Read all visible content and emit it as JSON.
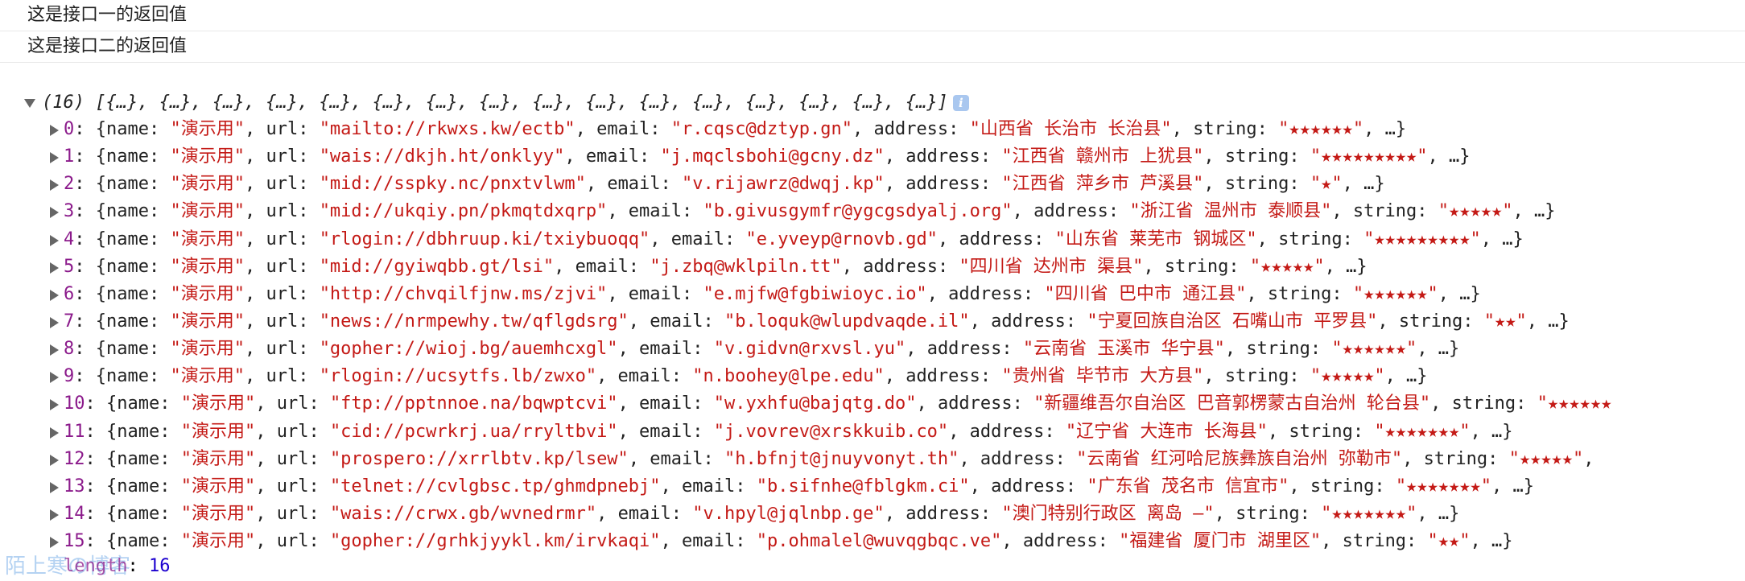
{
  "log_lines": [
    "这是接口一的返回值",
    "这是接口二的返回值"
  ],
  "array_summary": "(16) [{…}, {…}, {…}, {…}, {…}, {…}, {…}, {…}, {…}, {…}, {…}, {…}, {…}, {…}, {…}, {…}]",
  "info_icon_label": "i",
  "rows": [
    {
      "index": "0",
      "name": "\"演示用\"",
      "url": "\"mailto://rkwxs.kw/ectb\"",
      "email": "\"r.cqsc@dztyp.gn\"",
      "address": "\"山西省 长治市 长治县\"",
      "string": "\"★★★★★★\"",
      "tail": ", …}"
    },
    {
      "index": "1",
      "name": "\"演示用\"",
      "url": "\"wais://dkjh.ht/onklyy\"",
      "email": "\"j.mqclsbohi@gcny.dz\"",
      "address": "\"江西省 赣州市 上犹县\"",
      "string": "\"★★★★★★★★★\"",
      "tail": ", …}"
    },
    {
      "index": "2",
      "name": "\"演示用\"",
      "url": "\"mid://sspky.nc/pnxtvlwm\"",
      "email": "\"v.rijawrz@dwqj.kp\"",
      "address": "\"江西省 萍乡市 芦溪县\"",
      "string": "\"★\"",
      "tail": ", …}"
    },
    {
      "index": "3",
      "name": "\"演示用\"",
      "url": "\"mid://ukqiy.pn/pkmqtdxqrp\"",
      "email": "\"b.givusgymfr@ygcgsdyalj.org\"",
      "address": "\"浙江省 温州市 泰顺县\"",
      "string": "\"★★★★★\"",
      "tail": ", …}"
    },
    {
      "index": "4",
      "name": "\"演示用\"",
      "url": "\"rlogin://dbhruup.ki/txiybuoqq\"",
      "email": "\"e.yveyp@rnovb.gd\"",
      "address": "\"山东省 莱芜市 钢城区\"",
      "string": "\"★★★★★★★★★\"",
      "tail": ", …}"
    },
    {
      "index": "5",
      "name": "\"演示用\"",
      "url": "\"mid://gyiwqbb.gt/lsi\"",
      "email": "\"j.zbq@wklpiln.tt\"",
      "address": "\"四川省 达州市 渠县\"",
      "string": "\"★★★★★\"",
      "tail": ", …}"
    },
    {
      "index": "6",
      "name": "\"演示用\"",
      "url": "\"http://chvqilfjnw.ms/zjvi\"",
      "email": "\"e.mjfw@fgbiwioyc.io\"",
      "address": "\"四川省 巴中市 通江县\"",
      "string": "\"★★★★★★\"",
      "tail": ", …}"
    },
    {
      "index": "7",
      "name": "\"演示用\"",
      "url": "\"news://nrmpewhy.tw/qflgdsrg\"",
      "email": "\"b.loquk@wlupdvaqde.il\"",
      "address": "\"宁夏回族自治区 石嘴山市 平罗县\"",
      "string": "\"★★\"",
      "tail": ", …}"
    },
    {
      "index": "8",
      "name": "\"演示用\"",
      "url": "\"gopher://wioj.bg/auemhcxgl\"",
      "email": "\"v.gidvn@rxvsl.yu\"",
      "address": "\"云南省 玉溪市 华宁县\"",
      "string": "\"★★★★★★\"",
      "tail": ", …}"
    },
    {
      "index": "9",
      "name": "\"演示用\"",
      "url": "\"rlogin://ucsytfs.lb/zwxo\"",
      "email": "\"n.boohey@lpe.edu\"",
      "address": "\"贵州省 毕节市 大方县\"",
      "string": "\"★★★★★\"",
      "tail": ", …}"
    },
    {
      "index": "10",
      "name": "\"演示用\"",
      "url": "\"ftp://pptnnoe.na/bqwptcvi\"",
      "email": "\"w.yxhfu@bajqtg.do\"",
      "address": "\"新疆维吾尔自治区 巴音郭楞蒙古自治州 轮台县\"",
      "string": "\"★★★★★★",
      "tail": ""
    },
    {
      "index": "11",
      "name": "\"演示用\"",
      "url": "\"cid://pcwrkrj.ua/rryltbvi\"",
      "email": "\"j.vovrev@xrskkuib.co\"",
      "address": "\"辽宁省 大连市 长海县\"",
      "string": "\"★★★★★★★\"",
      "tail": ", …}"
    },
    {
      "index": "12",
      "name": "\"演示用\"",
      "url": "\"prospero://xrrlbtv.kp/lsew\"",
      "email": "\"h.bfnjt@jnuyvonyt.th\"",
      "address": "\"云南省 红河哈尼族彝族自治州 弥勒市\"",
      "string": "\"★★★★★\"",
      "tail": ","
    },
    {
      "index": "13",
      "name": "\"演示用\"",
      "url": "\"telnet://cvlgbsc.tp/ghmdpnebj\"",
      "email": "\"b.sifnhe@fblgkm.ci\"",
      "address": "\"广东省 茂名市 信宜市\"",
      "string": "\"★★★★★★★\"",
      "tail": ", …}"
    },
    {
      "index": "14",
      "name": "\"演示用\"",
      "url": "\"wais://crwx.gb/wvnedrmr\"",
      "email": "\"v.hpyl@jqlnbp.ge\"",
      "address": "\"澳门特别行政区 离岛 –\"",
      "string": "\"★★★★★★★\"",
      "tail": ", …}"
    },
    {
      "index": "15",
      "name": "\"演示用\"",
      "url": "\"gopher://grhkjyykl.km/irvkaqi\"",
      "email": "\"p.ohmalel@wuvqgbqc.ve\"",
      "address": "\"福建省 厦门市 湖里区\"",
      "string": "\"★★\"",
      "tail": ", …}"
    }
  ],
  "length": {
    "label": "length",
    "value": "16"
  },
  "watermark": "陌上寒の博客"
}
